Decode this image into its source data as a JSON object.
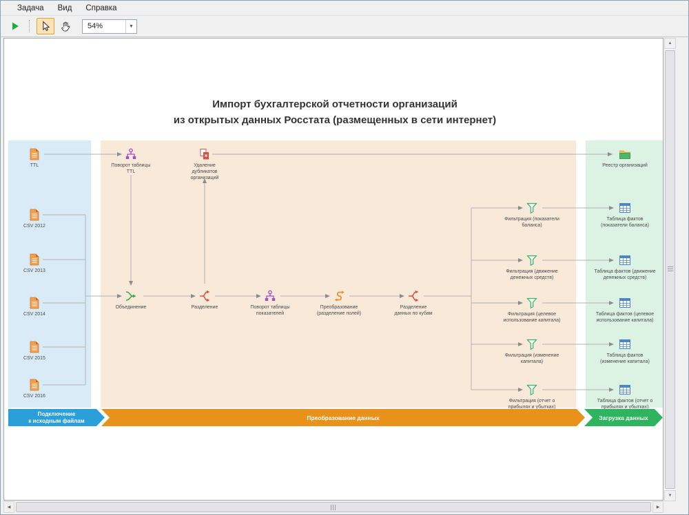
{
  "menubar": {
    "items": [
      {
        "label": "Задача"
      },
      {
        "label": "Вид"
      },
      {
        "label": "Справка"
      }
    ]
  },
  "toolbar": {
    "zoom": "54%"
  },
  "diagram": {
    "title": "Импорт бухгалтерской отчетности организаций\nиз открытых данных Росстата (размещенных в сети интернет)",
    "lanes": {
      "sources_label": "Подключение\nк исходным файлам",
      "sources_color": "#2b9fd9",
      "transform_label": "Преобразование данных",
      "transform_color": "#e8921c",
      "load_label": "Загрузка данных",
      "load_color": "#2eb45f"
    },
    "sources": [
      {
        "label": "TTL"
      },
      {
        "label": "CSV 2012"
      },
      {
        "label": "CSV 2013"
      },
      {
        "label": "CSV 2014"
      },
      {
        "label": "CSV 2015"
      },
      {
        "label": "CSV 2016"
      }
    ],
    "transforms": [
      {
        "label": "Поворот таблицы\nTTL"
      },
      {
        "label": "Удаление\nдубликатов\nорганизаций"
      },
      {
        "label": "Объединение"
      },
      {
        "label": "Разделение"
      },
      {
        "label": "Поворот таблицы\nпоказателей"
      },
      {
        "label": "Преобразование\n(разделение полей)"
      },
      {
        "label": "Разделение\nданных по кубам"
      }
    ],
    "filters": [
      {
        "label": "Фильтрация (показатели\nбаланса)"
      },
      {
        "label": "Фильтрация (движение\nденежных средств)"
      },
      {
        "label": "Фильтрация (целевое\nиспользование капитала)"
      },
      {
        "label": "Фильтрация (изменение\nкапитала)"
      },
      {
        "label": "Фильтрация (отчет о\nприбылях и убытках)"
      }
    ],
    "outputs": [
      {
        "label": "Реестр организаций"
      },
      {
        "label": "Таблица фактов\n(показатели баланса)"
      },
      {
        "label": "Таблица фактов (движение\nденежных средств)"
      },
      {
        "label": "Таблица фактов (целевое\nиспользование капитала)"
      },
      {
        "label": "Таблица фактов\n(изменение капитала)"
      },
      {
        "label": "Таблица фактов (отчет о\nприбылях и убытках)"
      }
    ]
  }
}
